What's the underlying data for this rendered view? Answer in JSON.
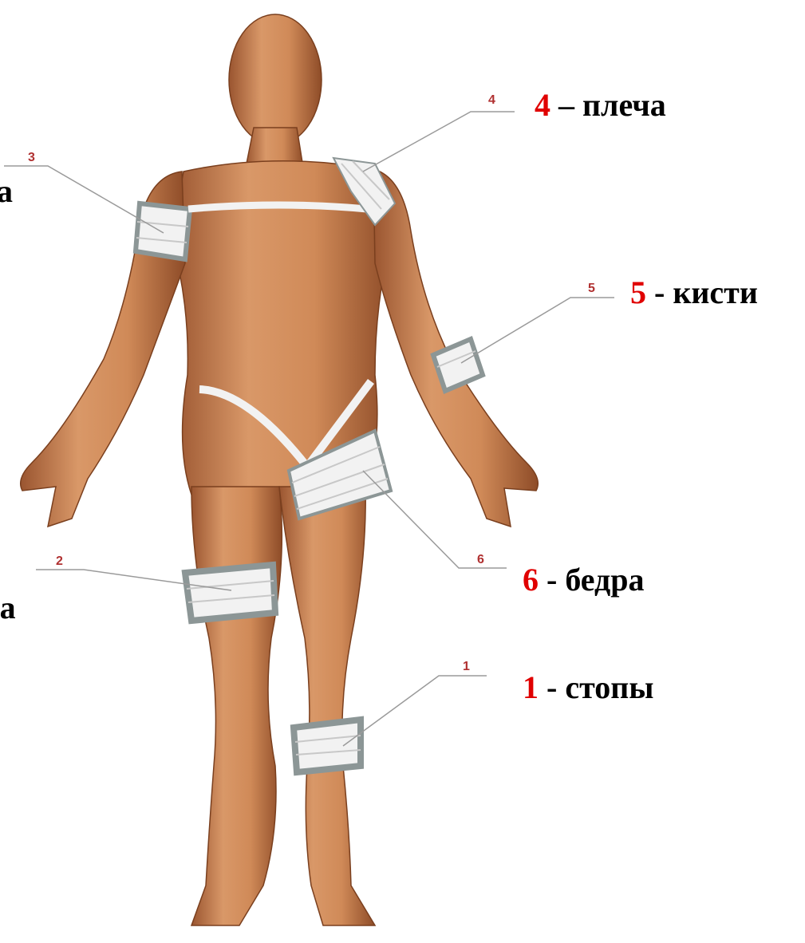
{
  "colors": {
    "skin": "#c98455",
    "skin_dark": "#8a4a25",
    "bandage": "#f2f2f2",
    "bandage_edge": "#8c9696",
    "leader_line": "#9a9a9a",
    "number_red": "#e00000",
    "callout_digit": "#b03030"
  },
  "callouts": [
    {
      "digit": "1",
      "num": "1",
      "sep": " - ",
      "text": "стопы"
    },
    {
      "digit": "2"
    },
    {
      "digit": "3"
    },
    {
      "digit": "4",
      "num": "4",
      "sep": " – ",
      "text": "плеча"
    },
    {
      "digit": "5",
      "num": "5",
      "sep": " - ",
      "text": "кисти"
    },
    {
      "digit": "6",
      "num": "6",
      "sep": " - ",
      "text": "бедра"
    }
  ],
  "clipped_fragments": {
    "left_upper": "а",
    "left_lower": "ва"
  }
}
